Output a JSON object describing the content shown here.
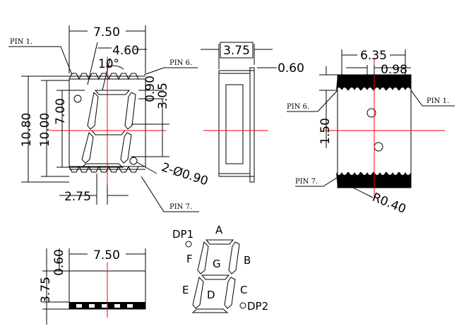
{
  "front": {
    "dim_width": "7.50",
    "dim_segment_offset": "4.60",
    "dim_angle": "10°",
    "dim_top_gap": "0.90",
    "dim_segment_gap": "3.05",
    "dim_height_overall": "10.80",
    "dim_height_body": "10.00",
    "dim_digit_height": "7.00",
    "dim_pin_pitch": "2.75",
    "dim_hole": "2-Ø0.90",
    "pin1_label": "PIN 1.",
    "pin6_label": "PIN 6.",
    "pin7_label": "PIN 7."
  },
  "side": {
    "dim_thickness": "3.75",
    "dim_lead": "0.60"
  },
  "back": {
    "dim_span": "6.35",
    "dim_pitch": "0.98",
    "dim_offset": "1.50",
    "dim_radius": "R0.40",
    "pin1_label": "PIN 1.",
    "pin6_label": "PIN 6.",
    "pin7_label": "PIN 7."
  },
  "bottom": {
    "dim_width": "7.50",
    "dim_height": "3.75",
    "dim_lead": "0.60"
  },
  "segments": {
    "dp1": "DP1",
    "a": "A",
    "b": "B",
    "c": "C",
    "d": "D",
    "e": "E",
    "f": "F",
    "g": "G",
    "dp2": "DP2"
  }
}
